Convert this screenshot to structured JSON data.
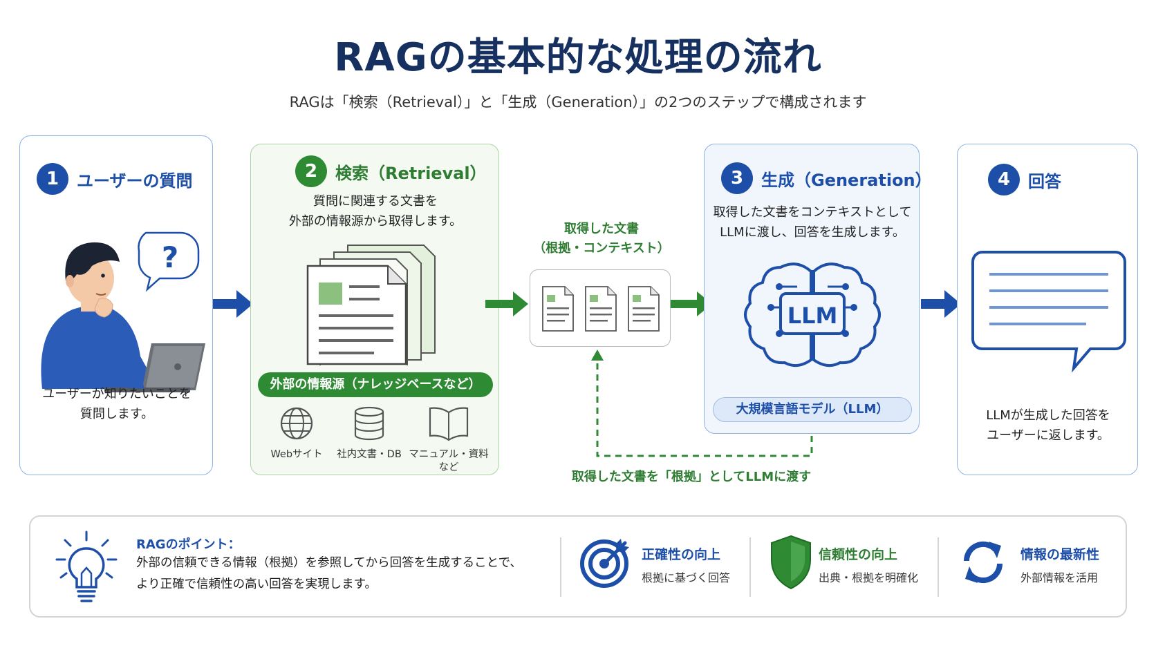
{
  "title": "RAGの基本的な処理の流れ",
  "subtitle": "RAGは「検索（Retrieval）」と「生成（Generation）」の2つのステップで構成されます",
  "steps": [
    {
      "num": "1",
      "title": "ユーザーの質問",
      "desc": [
        "ユーザーが知りたいことを",
        "質問します。"
      ],
      "bubble": "?"
    },
    {
      "num": "2",
      "title": "検索（Retrieval）",
      "desc": [
        "質問に関連する文書を",
        "外部の情報源から取得します。"
      ],
      "source_label": "外部の情報源（ナレッジベースなど）",
      "sources": [
        {
          "icon": "globe-icon",
          "label": "Webサイト"
        },
        {
          "icon": "database-icon",
          "label": "社内文書・DB"
        },
        {
          "icon": "book-icon",
          "label": "マニュアル・資料",
          "label2": "など"
        }
      ]
    },
    {
      "num": "3",
      "title": "生成（Generation）",
      "desc": [
        "取得した文書をコンテキストとして",
        "LLMに渡し、回答を生成します。"
      ],
      "chip": "LLM",
      "model_label": "大規模言語モデル（LLM）"
    },
    {
      "num": "4",
      "title": "回答",
      "desc": [
        "LLMが生成した回答を",
        "ユーザーに返します。"
      ]
    }
  ],
  "retrieved": {
    "label1": "取得した文書",
    "label2": "（根拠・コンテキスト）"
  },
  "feedback_label": "取得した文書を「根拠」としてLLMに渡す",
  "points": {
    "title": "RAGのポイント：",
    "text": [
      "外部の信頼できる情報（根拠）を参照してから回答を生成することで、",
      "より正確で信頼性の高い回答を実現します。"
    ],
    "benefits": [
      {
        "icon": "target-icon",
        "title": "正確性の向上",
        "sub": "根拠に基づく回答"
      },
      {
        "icon": "shield-icon",
        "title": "信頼性の向上",
        "sub": "出典・根拠を明確化"
      },
      {
        "icon": "refresh-icon",
        "title": "情報の最新性",
        "sub": "外部情報を活用"
      }
    ]
  },
  "colors": {
    "navy": "#16305f",
    "blue": "#1d4ea8",
    "green": "#2e8b34"
  }
}
